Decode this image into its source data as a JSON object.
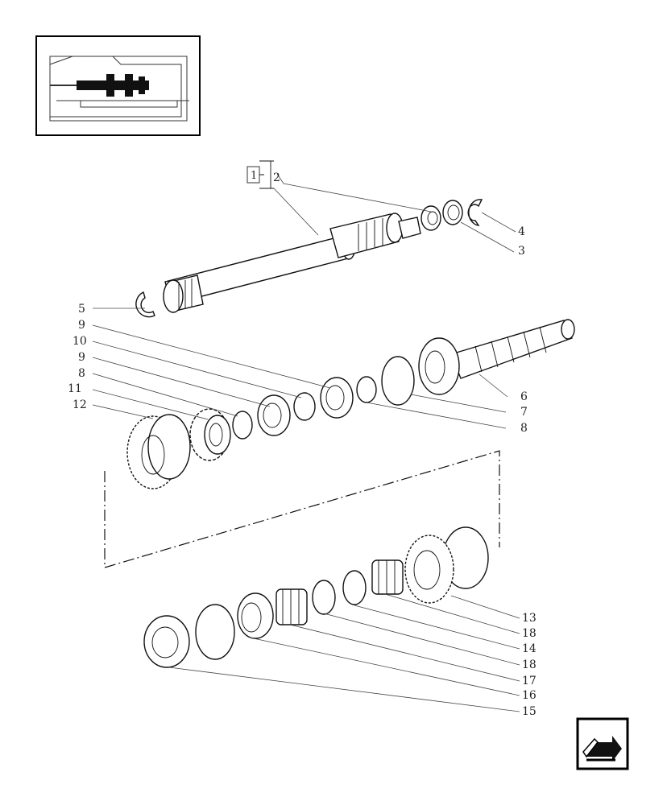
{
  "diagram": {
    "group_box_label": "1",
    "parts": [
      {
        "ref": "2"
      },
      {
        "ref": "4"
      },
      {
        "ref": "3"
      },
      {
        "ref": "5"
      },
      {
        "ref": "9"
      },
      {
        "ref": "10"
      },
      {
        "ref": "9"
      },
      {
        "ref": "8"
      },
      {
        "ref": "11"
      },
      {
        "ref": "12"
      },
      {
        "ref": "6"
      },
      {
        "ref": "7"
      },
      {
        "ref": "8"
      },
      {
        "ref": "13"
      },
      {
        "ref": "18"
      },
      {
        "ref": "14"
      },
      {
        "ref": "18"
      },
      {
        "ref": "17"
      },
      {
        "ref": "16"
      },
      {
        "ref": "15"
      }
    ]
  },
  "nav": {
    "icon": "back-arrow-icon"
  }
}
